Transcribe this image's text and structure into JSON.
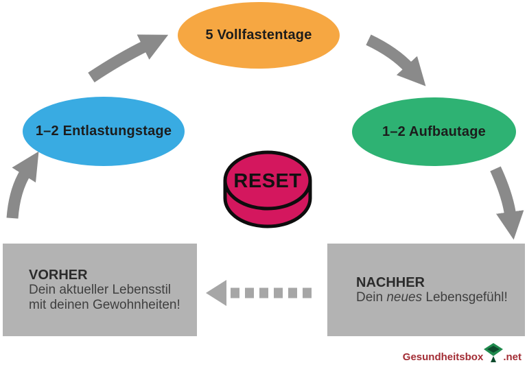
{
  "diagram": {
    "nodes": {
      "fasting": {
        "label": "5 Vollfastentage"
      },
      "relief": {
        "label": "1–2 Entlastungstage"
      },
      "buildup": {
        "label": "1–2 Aufbautage"
      }
    },
    "reset": {
      "label": "RESET"
    },
    "before_box": {
      "title": "VORHER",
      "line1": "Dein aktueller Lebensstil",
      "line2": "mit deinen Gewohnheiten!"
    },
    "after_box": {
      "title": "NACHHER",
      "line1_prefix": "Dein ",
      "line1_em": "neues",
      "line1_suffix": " Lebensgefühl!"
    }
  },
  "logo": {
    "name": "Gesundheitsbox",
    "tld": ".net"
  },
  "colors": {
    "background": "#FFFFFF",
    "fasting": "#F6A742",
    "relief": "#39ABE2",
    "buildup": "#2EB273",
    "reset": "#D4175E",
    "reset_outline": "#0D0D0D",
    "box_bg": "#B3B3B3",
    "arrow": "#8A8A8A",
    "dashed_arrow": "#A6A6A6",
    "logo_text": "#A22C34",
    "logo_icon": "#1F8A4D",
    "logo_icon_dark": "#0D4A2C"
  }
}
